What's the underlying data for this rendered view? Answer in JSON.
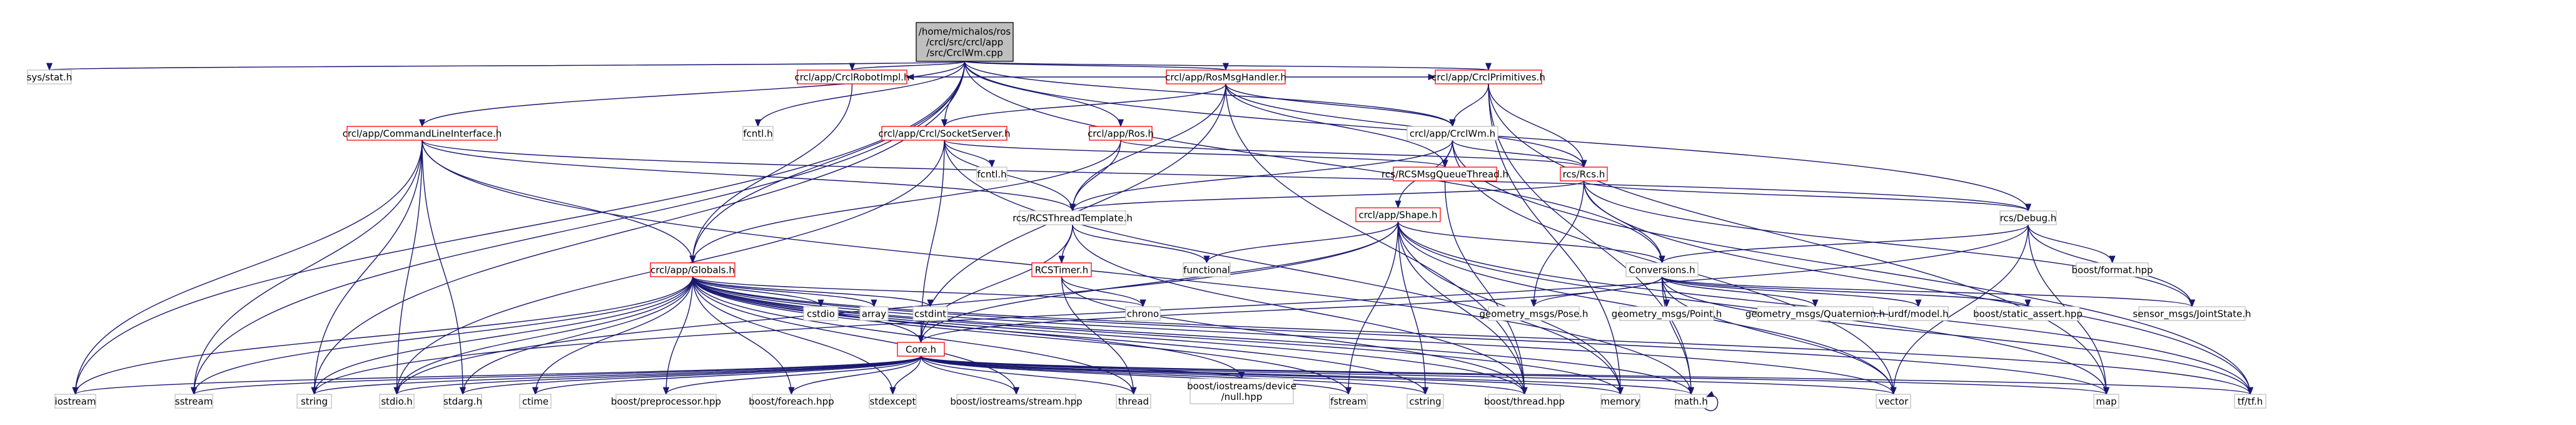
{
  "colors": {
    "edge": "#191970",
    "root_fill": "#bfbfbf",
    "root_stroke": "#000000",
    "linked_stroke": "#ff0000",
    "plain_stroke": "#bfbfbf",
    "text": "#000000"
  },
  "nodes": [
    {
      "id": "root",
      "kind": "root",
      "lines": [
        "/home/michalos/ros",
        "/crcl/src/crcl/app",
        "/src/CrclWm.cpp"
      ]
    },
    {
      "id": "sys_stat",
      "kind": "plain",
      "lines": [
        "sys/stat.h"
      ]
    },
    {
      "id": "roshandler",
      "kind": "linked",
      "lines": [
        "crcl/app/RosMsgHandler.h"
      ]
    },
    {
      "id": "robotimpl",
      "kind": "linked",
      "lines": [
        "crcl/app/CrclRobotImpl.h"
      ]
    },
    {
      "id": "primitives",
      "kind": "linked",
      "lines": [
        "crcl/app/CrclPrimitives.h"
      ]
    },
    {
      "id": "socketserver",
      "kind": "linked",
      "lines": [
        "crcl/app/Crcl/SocketServer.h"
      ]
    },
    {
      "id": "ros",
      "kind": "linked",
      "lines": [
        "crcl/app/Ros.h"
      ]
    },
    {
      "id": "crclwm",
      "kind": "plain",
      "lines": [
        "crcl/app/CrclWm.h"
      ]
    },
    {
      "id": "cli",
      "kind": "linked",
      "lines": [
        "crcl/app/CommandLineInterface.h"
      ]
    },
    {
      "id": "fcntl_a",
      "kind": "plain",
      "lines": [
        "fcntl.h"
      ]
    },
    {
      "id": "fcntl_b",
      "kind": "plain",
      "lines": [
        "fcntl.h"
      ]
    },
    {
      "id": "rcsqueue",
      "kind": "linked",
      "lines": [
        "rcs/RCSMsgQueueThread.h"
      ]
    },
    {
      "id": "rcs",
      "kind": "linked",
      "lines": [
        "rcs/Rcs.h"
      ]
    },
    {
      "id": "rcsthread",
      "kind": "plain",
      "lines": [
        "rcs/RCSThreadTemplate.h"
      ]
    },
    {
      "id": "shape",
      "kind": "linked",
      "lines": [
        "crcl/app/Shape.h"
      ]
    },
    {
      "id": "rcsdebug",
      "kind": "plain",
      "lines": [
        "rcs/Debug.h"
      ]
    },
    {
      "id": "globals",
      "kind": "linked",
      "lines": [
        "crcl/app/Globals.h"
      ]
    },
    {
      "id": "rcstimer",
      "kind": "linked",
      "lines": [
        "RCSTimer.h"
      ]
    },
    {
      "id": "functional",
      "kind": "plain",
      "lines": [
        "functional"
      ]
    },
    {
      "id": "conversions",
      "kind": "plain",
      "lines": [
        "Conversions.h"
      ]
    },
    {
      "id": "boostformat",
      "kind": "plain",
      "lines": [
        "boost/format.hpp"
      ]
    },
    {
      "id": "cstdio",
      "kind": "plain",
      "lines": [
        "cstdio"
      ]
    },
    {
      "id": "array",
      "kind": "plain",
      "lines": [
        "array"
      ]
    },
    {
      "id": "cstdint",
      "kind": "plain",
      "lines": [
        "cstdint"
      ]
    },
    {
      "id": "chrono",
      "kind": "plain",
      "lines": [
        "chrono"
      ]
    },
    {
      "id": "pose",
      "kind": "plain",
      "lines": [
        "geometry_msgs/Pose.h"
      ]
    },
    {
      "id": "point",
      "kind": "plain",
      "lines": [
        "geometry_msgs/Point.h"
      ]
    },
    {
      "id": "quaternion",
      "kind": "plain",
      "lines": [
        "geometry_msgs/Quaternion.h"
      ]
    },
    {
      "id": "urdf",
      "kind": "plain",
      "lines": [
        "urdf/model.h"
      ]
    },
    {
      "id": "staticassert",
      "kind": "plain",
      "lines": [
        "boost/static_assert.hpp"
      ]
    },
    {
      "id": "jointstate",
      "kind": "plain",
      "lines": [
        "sensor_msgs/JointState.h"
      ]
    },
    {
      "id": "core",
      "kind": "linked",
      "lines": [
        "Core.h"
      ]
    },
    {
      "id": "iostream",
      "kind": "plain",
      "lines": [
        "iostream"
      ]
    },
    {
      "id": "sstream",
      "kind": "plain",
      "lines": [
        "sstream"
      ]
    },
    {
      "id": "string",
      "kind": "plain",
      "lines": [
        "string"
      ]
    },
    {
      "id": "stdio",
      "kind": "plain",
      "lines": [
        "stdio.h"
      ]
    },
    {
      "id": "stdarg",
      "kind": "plain",
      "lines": [
        "stdarg.h"
      ]
    },
    {
      "id": "ctime",
      "kind": "plain",
      "lines": [
        "ctime"
      ]
    },
    {
      "id": "preproc",
      "kind": "plain",
      "lines": [
        "boost/preprocessor.hpp"
      ]
    },
    {
      "id": "foreach",
      "kind": "plain",
      "lines": [
        "boost/foreach.hpp"
      ]
    },
    {
      "id": "stdexcept",
      "kind": "plain",
      "lines": [
        "stdexcept"
      ]
    },
    {
      "id": "iostreams",
      "kind": "plain",
      "lines": [
        "boost/iostreams/stream.hpp"
      ]
    },
    {
      "id": "thread",
      "kind": "plain",
      "lines": [
        "thread"
      ]
    },
    {
      "id": "nulldev",
      "kind": "plain",
      "lines": [
        "boost/iostreams/device",
        "/null.hpp"
      ]
    },
    {
      "id": "fstream",
      "kind": "plain",
      "lines": [
        "fstream"
      ]
    },
    {
      "id": "cstring",
      "kind": "plain",
      "lines": [
        "cstring"
      ]
    },
    {
      "id": "boostthread",
      "kind": "plain",
      "lines": [
        "boost/thread.hpp"
      ]
    },
    {
      "id": "memory",
      "kind": "plain",
      "lines": [
        "memory"
      ]
    },
    {
      "id": "math",
      "kind": "plain",
      "lines": [
        "math.h"
      ]
    },
    {
      "id": "vector",
      "kind": "plain",
      "lines": [
        "vector"
      ]
    },
    {
      "id": "map",
      "kind": "plain",
      "lines": [
        "map"
      ]
    },
    {
      "id": "tftf",
      "kind": "plain",
      "lines": [
        "tf/tf.h"
      ]
    }
  ],
  "edges": [
    [
      "root",
      "sys_stat"
    ],
    [
      "root",
      "iostream"
    ],
    [
      "root",
      "sstream"
    ],
    [
      "root",
      "string"
    ],
    [
      "root",
      "cli"
    ],
    [
      "root",
      "globals"
    ],
    [
      "root",
      "robotimpl"
    ],
    [
      "root",
      "socketserver"
    ],
    [
      "root",
      "roshandler"
    ],
    [
      "root",
      "ros"
    ],
    [
      "root",
      "fcntl_a"
    ],
    [
      "root",
      "crclwm"
    ],
    [
      "root",
      "primitives"
    ],
    [
      "root",
      "rcsdebug"
    ],
    [
      "root",
      "conversions"
    ],
    [
      "roshandler",
      "robotimpl"
    ],
    [
      "roshandler",
      "socketserver"
    ],
    [
      "roshandler",
      "rcsthread"
    ],
    [
      "roshandler",
      "rcsqueue"
    ],
    [
      "roshandler",
      "crclwm"
    ],
    [
      "roshandler",
      "primitives"
    ],
    [
      "roshandler",
      "rcs"
    ],
    [
      "roshandler",
      "core"
    ],
    [
      "roshandler",
      "boostthread"
    ],
    [
      "robotimpl",
      "globals"
    ],
    [
      "socketserver",
      "fcntl_b"
    ],
    [
      "socketserver",
      "rcsthread"
    ],
    [
      "socketserver",
      "stdio"
    ],
    [
      "socketserver",
      "core"
    ],
    [
      "socketserver",
      "memory"
    ],
    [
      "socketserver",
      "rcsqueue"
    ],
    [
      "ros",
      "rcsthread"
    ],
    [
      "ros",
      "rcs"
    ],
    [
      "ros",
      "globals"
    ],
    [
      "primitives",
      "crclwm"
    ],
    [
      "primitives",
      "rcs"
    ],
    [
      "primitives",
      "memory"
    ],
    [
      "primitives",
      "math"
    ],
    [
      "primitives",
      "map"
    ],
    [
      "crclwm",
      "rcs"
    ],
    [
      "crclwm",
      "rcsqueue"
    ],
    [
      "crclwm",
      "rcsthread"
    ],
    [
      "crclwm",
      "shape"
    ],
    [
      "crclwm",
      "vector"
    ],
    [
      "crclwm",
      "tftf"
    ],
    [
      "cli",
      "globals"
    ],
    [
      "cli",
      "rcsthread"
    ],
    [
      "cli",
      "iostream"
    ],
    [
      "cli",
      "sstream"
    ],
    [
      "cli",
      "string"
    ],
    [
      "cli",
      "stdio"
    ],
    [
      "cli",
      "stdarg"
    ],
    [
      "cli",
      "rcsdebug"
    ],
    [
      "cli",
      "math"
    ],
    [
      "rcsqueue",
      "boostthread"
    ],
    [
      "rcs",
      "rcsthread"
    ],
    [
      "rcs",
      "rcsdebug"
    ],
    [
      "rcs",
      "conversions"
    ],
    [
      "rcs",
      "pose"
    ],
    [
      "rcs",
      "jointstate"
    ],
    [
      "rcs",
      "tftf"
    ],
    [
      "rcsthread",
      "functional"
    ],
    [
      "rcsthread",
      "rcstimer"
    ],
    [
      "rcsthread",
      "boostthread"
    ],
    [
      "rcsthread",
      "core"
    ],
    [
      "shape",
      "conversions"
    ],
    [
      "shape",
      "core"
    ],
    [
      "shape",
      "functional"
    ],
    [
      "shape",
      "memory"
    ],
    [
      "shape",
      "fstream"
    ],
    [
      "shape",
      "cstring"
    ],
    [
      "shape",
      "boostthread"
    ],
    [
      "shape",
      "vector"
    ],
    [
      "shape",
      "tftf"
    ],
    [
      "shape",
      "stdio"
    ],
    [
      "shape",
      "map"
    ],
    [
      "rcsdebug",
      "conversions"
    ],
    [
      "rcsdebug",
      "boostformat"
    ],
    [
      "rcsdebug",
      "string"
    ],
    [
      "rcsdebug",
      "jointstate"
    ],
    [
      "rcsdebug",
      "vector"
    ],
    [
      "rcsdebug",
      "map"
    ],
    [
      "rcstimer",
      "chrono"
    ],
    [
      "rcstimer",
      "thread"
    ],
    [
      "rcstimer",
      "boostthread"
    ],
    [
      "globals",
      "cstdio"
    ],
    [
      "globals",
      "array"
    ],
    [
      "globals",
      "cstdint"
    ],
    [
      "globals",
      "chrono"
    ],
    [
      "globals",
      "core"
    ],
    [
      "globals",
      "iostream"
    ],
    [
      "globals",
      "sstream"
    ],
    [
      "globals",
      "string"
    ],
    [
      "globals",
      "stdio"
    ],
    [
      "globals",
      "stdarg"
    ],
    [
      "globals",
      "ctime"
    ],
    [
      "globals",
      "preproc"
    ],
    [
      "globals",
      "foreach"
    ],
    [
      "globals",
      "stdexcept"
    ],
    [
      "globals",
      "iostreams"
    ],
    [
      "globals",
      "thread"
    ],
    [
      "globals",
      "nulldev"
    ],
    [
      "globals",
      "fstream"
    ],
    [
      "globals",
      "cstring"
    ],
    [
      "globals",
      "boostthread"
    ],
    [
      "globals",
      "memory"
    ],
    [
      "globals",
      "math"
    ],
    [
      "globals",
      "vector"
    ],
    [
      "globals",
      "map"
    ],
    [
      "globals",
      "tftf"
    ],
    [
      "conversions",
      "pose"
    ],
    [
      "conversions",
      "point"
    ],
    [
      "conversions",
      "quaternion"
    ],
    [
      "conversions",
      "urdf"
    ],
    [
      "conversions",
      "staticassert"
    ],
    [
      "conversions",
      "jointstate"
    ],
    [
      "conversions",
      "tftf"
    ],
    [
      "conversions",
      "core"
    ],
    [
      "conversions",
      "math"
    ],
    [
      "conversions",
      "vector"
    ],
    [
      "core",
      "iostream"
    ],
    [
      "core",
      "sstream"
    ],
    [
      "core",
      "string"
    ],
    [
      "core",
      "stdio"
    ],
    [
      "core",
      "stdarg"
    ],
    [
      "core",
      "ctime"
    ],
    [
      "core",
      "preproc"
    ],
    [
      "core",
      "foreach"
    ],
    [
      "core",
      "stdexcept"
    ],
    [
      "core",
      "iostreams"
    ],
    [
      "core",
      "thread"
    ],
    [
      "core",
      "nulldev"
    ],
    [
      "core",
      "fstream"
    ],
    [
      "core",
      "cstring"
    ],
    [
      "core",
      "boostthread"
    ],
    [
      "core",
      "memory"
    ],
    [
      "core",
      "math"
    ],
    [
      "core",
      "vector"
    ],
    [
      "core",
      "map"
    ],
    [
      "core",
      "tftf"
    ],
    [
      "math",
      "math"
    ]
  ]
}
